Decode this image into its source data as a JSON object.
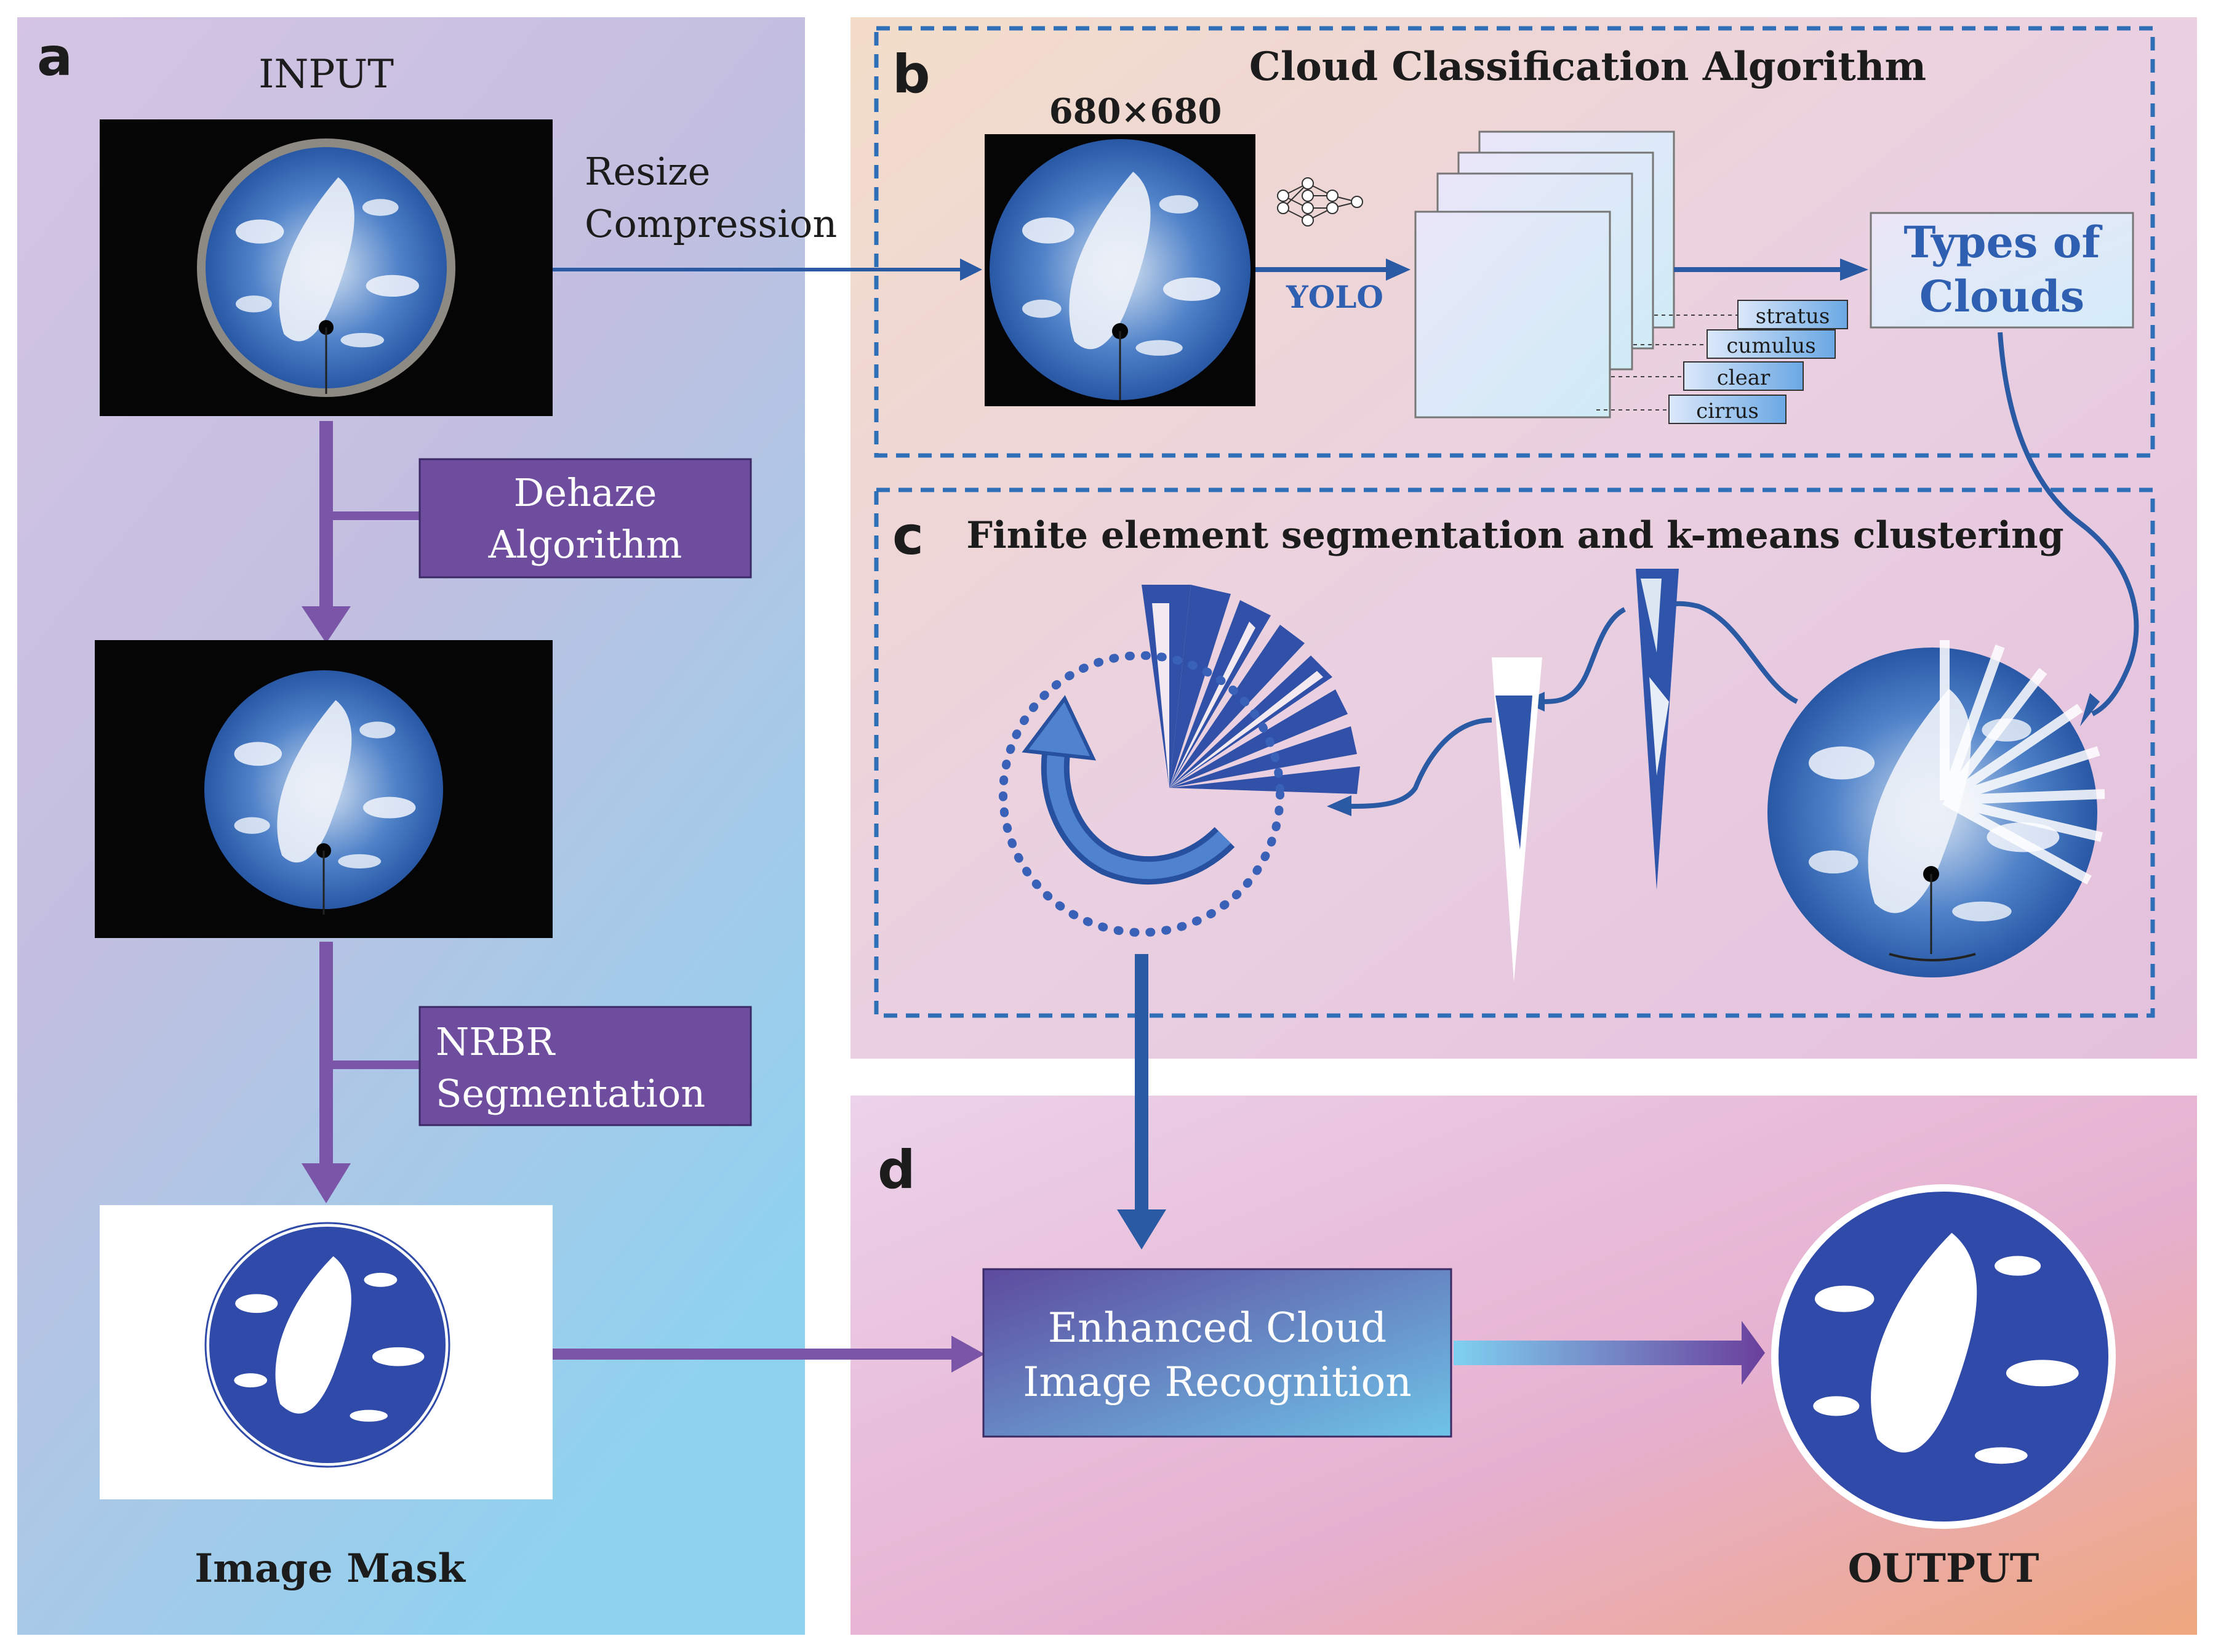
{
  "panels": {
    "a": {
      "letter": "a",
      "input_label": "INPUT",
      "resize_line1": "Resize",
      "resize_line2": "Compression",
      "dehaze_line1": "Dehaze",
      "dehaze_line2": "Algorithm",
      "nrbr_line1": "NRBR",
      "nrbr_line2": "Segmentation",
      "mask_label": "Image Mask"
    },
    "b": {
      "letter": "b",
      "title": "Cloud Classification Algorithm",
      "size_label": "680×680",
      "yolo_label": "YOLO",
      "types_line1": "Types of",
      "types_line2": "Clouds",
      "classes": [
        "stratus",
        "cumulus",
        "clear",
        "cirrus"
      ]
    },
    "c": {
      "letter": "c",
      "title": "Finite element segmentation and k-means clustering"
    },
    "d": {
      "letter": "d",
      "enhanced_line1": "Enhanced Cloud",
      "enhanced_line2": "Image Recognition",
      "output_label": "OUTPUT"
    }
  },
  "colors": {
    "purple_arrow": "#7a55a8",
    "purple_box": "#6f4d9e",
    "blue_arrow": "#2a5aa4",
    "dashed_border": "#2f6fb8",
    "sky_blue": "#2f62b4",
    "mask_blue": "#2f4aa8"
  }
}
